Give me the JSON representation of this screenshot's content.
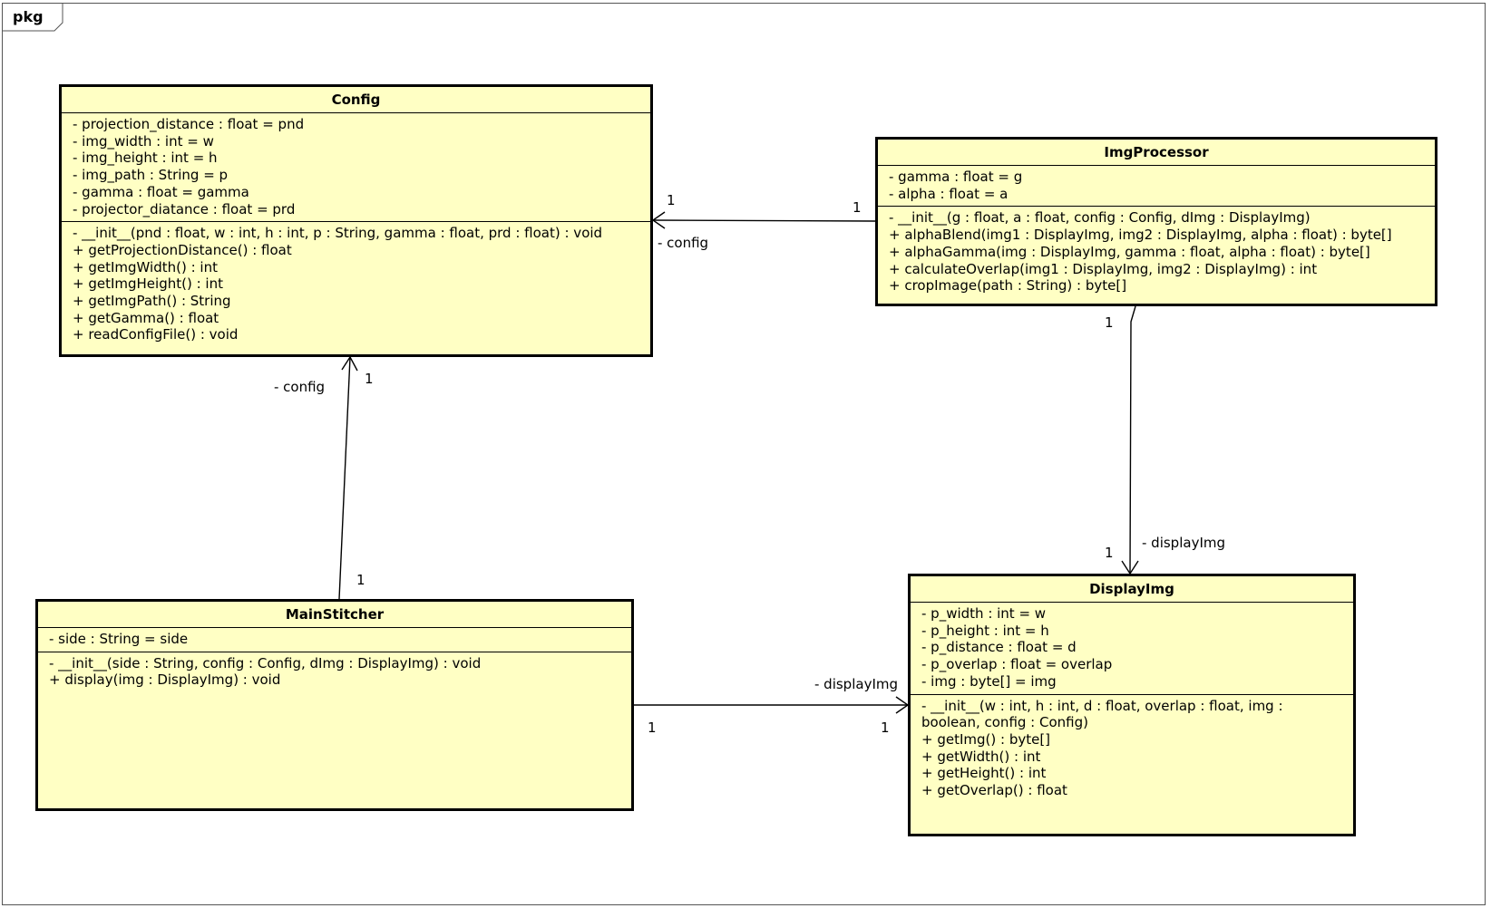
{
  "package": {
    "label": "pkg"
  },
  "classes": {
    "config": {
      "name": "Config",
      "attributes": [
        "- projection_distance : float = pnd",
        "- img_width : int = w",
        "- img_height : int = h",
        "- img_path : String = p",
        "- gamma : float = gamma",
        "- projector_diatance : float = prd"
      ],
      "operations": [
        "- __init__(pnd : float, w : int, h : int, p : String, gamma : float, prd : float) : void",
        "+ getProjectionDistance() : float",
        "+ getImgWidth() : int",
        "+ getImgHeight() : int",
        "+ getImgPath() : String",
        "+ getGamma() : float",
        "+ readConfigFile() : void"
      ]
    },
    "imgprocessor": {
      "name": "ImgProcessor",
      "attributes": [
        "- gamma : float = g",
        "- alpha : float = a"
      ],
      "operations": [
        "- __init__(g : float, a : float, config : Config, dImg : DisplayImg)",
        "+ alphaBlend(img1 : DisplayImg, img2 : DisplayImg, alpha : float) : byte[]",
        "+ alphaGamma(img : DisplayImg, gamma : float, alpha : float) : byte[]",
        "+ calculateOverlap(img1 : DisplayImg, img2 : DisplayImg) : int",
        "+ cropImage(path : String) : byte[]"
      ]
    },
    "mainstitcher": {
      "name": "MainStitcher",
      "attributes": [
        "- side : String = side"
      ],
      "operations": [
        "- __init__(side : String, config : Config, dImg : DisplayImg) : void",
        "+ display(img : DisplayImg) : void"
      ]
    },
    "displayimg": {
      "name": "DisplayImg",
      "attributes": [
        "- p_width : int = w",
        "- p_height : int = h",
        "- p_distance : float = d",
        "- p_overlap : float = overlap",
        "- img : byte[] = img"
      ],
      "operations": [
        "- __init__(w : int, h : int, d : float, overlap : float, img : boolean, config : Config)",
        "+ getImg() : byte[]",
        "+ getWidth() : int",
        "+ getHeight() : int",
        "+ getOverlap() : float"
      ]
    }
  },
  "associations": [
    {
      "from": "ImgProcessor",
      "to": "Config",
      "role": "- config",
      "source_multiplicity": "1",
      "target_multiplicity": "1"
    },
    {
      "from": "MainStitcher",
      "to": "Config",
      "role": "- config",
      "source_multiplicity": "1",
      "target_multiplicity": "1"
    },
    {
      "from": "ImgProcessor",
      "to": "DisplayImg",
      "role": "- displayImg",
      "source_multiplicity": "1",
      "target_multiplicity": "1"
    },
    {
      "from": "MainStitcher",
      "to": "DisplayImg",
      "role": "- displayImg",
      "source_multiplicity": "1",
      "target_multiplicity": "1"
    }
  ]
}
